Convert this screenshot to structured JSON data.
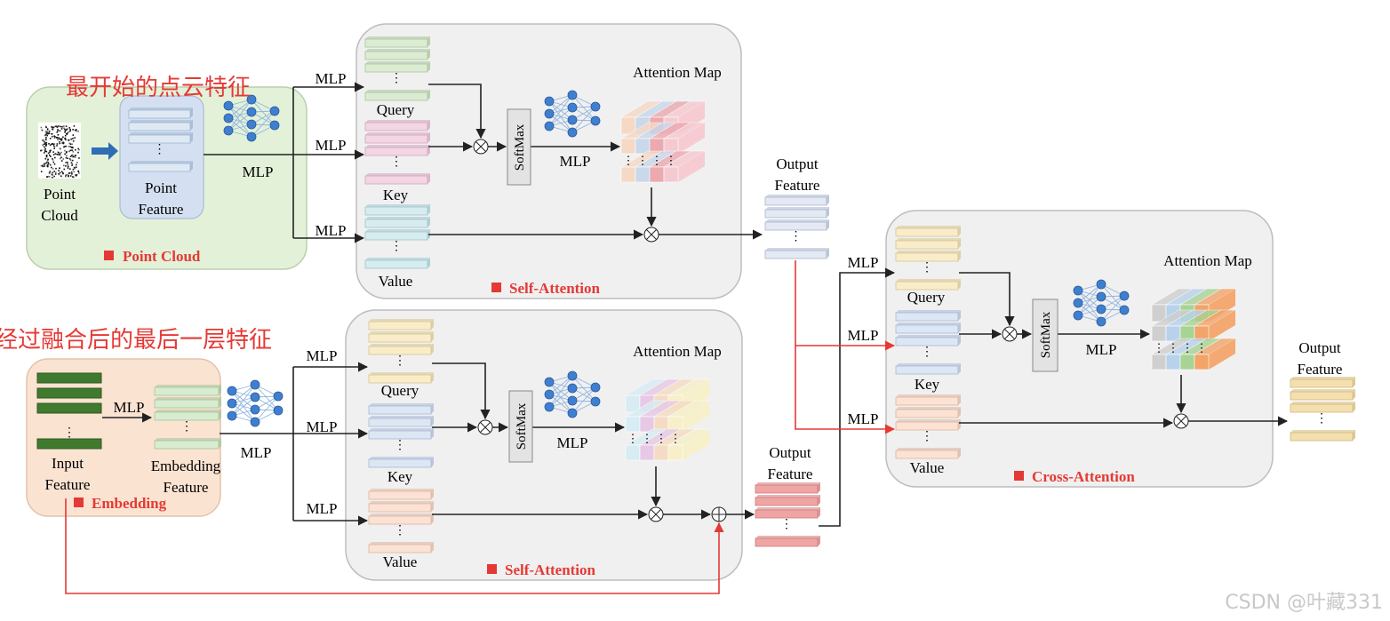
{
  "annotations": {
    "point_cloud_note": "最开始的点云特征",
    "fusion_note": "经过融合后的最后一层特征"
  },
  "watermark": "CSDN @叶藏331",
  "labels": {
    "mlp": "MLP",
    "softmax": "SoftMax",
    "attention_map": "Attention Map",
    "query": "Query",
    "key": "Key",
    "value": "Value",
    "dots": "⋮",
    "output_feature_line1": "Output",
    "output_feature_line2": "Feature"
  },
  "point_cloud_panel": {
    "title": "Point Cloud",
    "input_line1": "Point",
    "input_line2": "Cloud",
    "feature_line1": "Point",
    "feature_line2": "Feature"
  },
  "embedding_panel": {
    "title": "Embedding",
    "input_line1": "Input",
    "input_line2": "Feature",
    "embed_line1": "Embedding",
    "embed_line2": "Feature"
  },
  "self_attention_top": {
    "title": "Self-Attention"
  },
  "self_attention_bottom": {
    "title": "Self-Attention"
  },
  "cross_attention": {
    "title": "Cross-Attention"
  },
  "colors": {
    "panel_green": "#e3f1d9",
    "panel_orange": "#fbe3d2",
    "panel_gray": "#f0f0f0",
    "title_red": "#e53935",
    "arrow_red": "#e53935",
    "nn_node": "#3f7fcf"
  }
}
